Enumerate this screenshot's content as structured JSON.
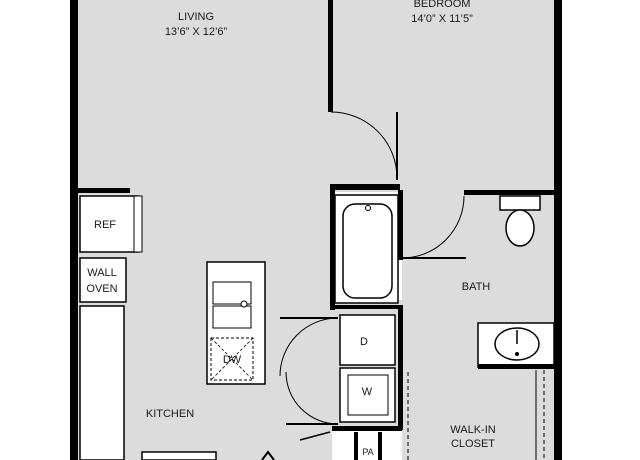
{
  "colors": {
    "floor": "#dcdcdc",
    "wall": "#000000",
    "fixture": "#ffffff",
    "text": "#1a1a1a"
  },
  "rooms": {
    "living": {
      "name": "LIVING",
      "dims": "13’6” X 12’6”"
    },
    "bedroom": {
      "name": "BEDROOM",
      "dims": "14’0” X 11’5”"
    },
    "bath": {
      "name": "BATH"
    },
    "kitchen": {
      "name": "KITCHEN"
    },
    "closet": {
      "name_line1": "WALK-IN",
      "name_line2": "CLOSET"
    }
  },
  "fixtures": {
    "ref": "REF",
    "wall_oven_line1": "WALL",
    "wall_oven_line2": "OVEN",
    "dishwasher": "DW",
    "dryer": "D",
    "washer": "W",
    "pantry": "PA"
  }
}
